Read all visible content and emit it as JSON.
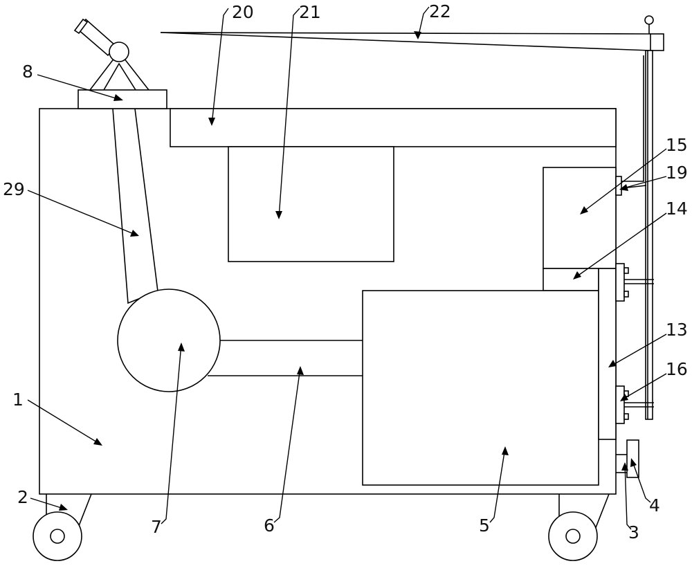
{
  "figure": {
    "labels": {
      "body": "1",
      "wheel": "2",
      "shaft": "3",
      "knob": "4",
      "box_lower": "5",
      "pipe": "6",
      "pump": "7",
      "top_base": "8",
      "vert_plate": "13",
      "connector": "14",
      "box_upper": "15",
      "clamp": "16",
      "bracket": "19",
      "top_board": "20",
      "hanging_box": "21",
      "rod": "22",
      "tube": "29"
    }
  }
}
